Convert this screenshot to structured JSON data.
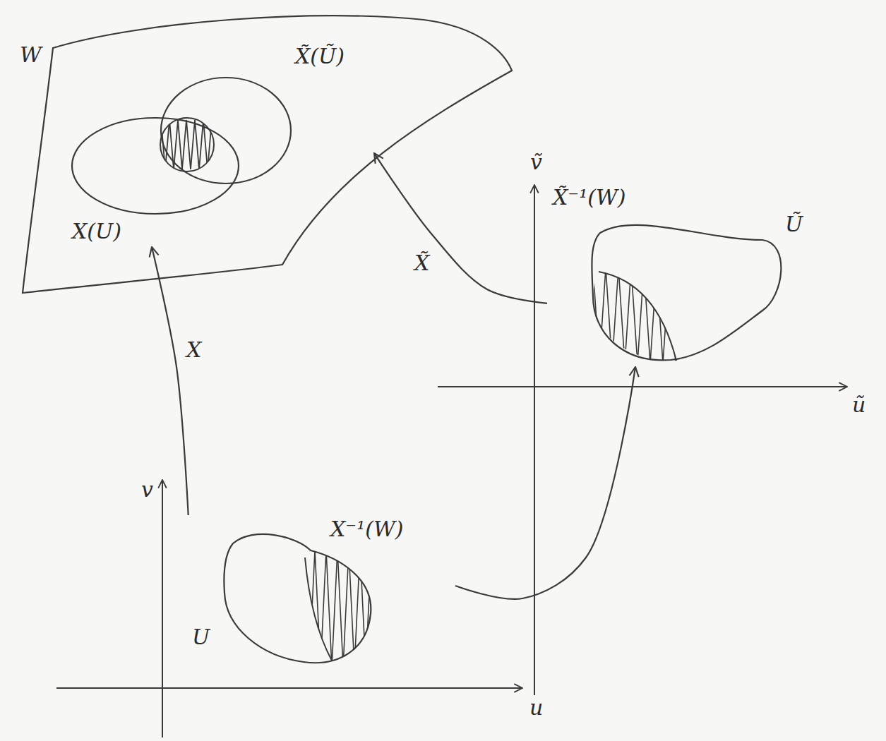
{
  "diagram": {
    "nodes": [
      {
        "text": [
          "W"
        ]
      },
      {
        "text": [
          "X(U)"
        ],
        "in": 0
      },
      {
        "text": [
          "X̃(Ũ)"
        ],
        "in": 0
      },
      {
        "text": [
          "X̃⁻¹(W)",
          "Ũ"
        ]
      },
      {
        "text": [
          "X⁻¹(W)",
          "U"
        ]
      }
    ],
    "edges": [
      {
        "from": 4,
        "to": 1,
        "arrow": "to",
        "label": "X"
      },
      {
        "from": 3,
        "to": 2,
        "arrow": "to",
        "label": "X̃"
      },
      {
        "from": 4,
        "to": 3,
        "arrow": "to"
      }
    ],
    "labels": [
      "ṽ",
      "ũ",
      "v",
      "u"
    ]
  }
}
